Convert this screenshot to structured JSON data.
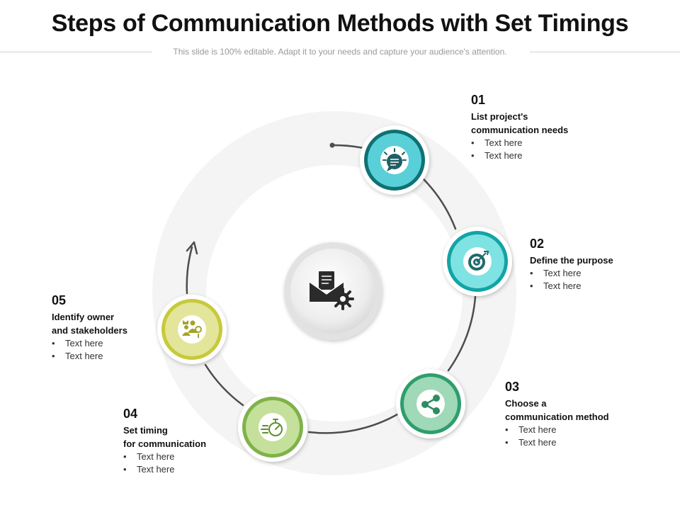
{
  "header": {
    "title": "Steps of Communication Methods with Set Timings",
    "subtitle": "This slide is 100% editable. Adapt it to your needs and capture your audience's attention."
  },
  "center": {
    "icon": "email-settings-icon"
  },
  "steps": [
    {
      "number": "01",
      "heading": "List  project's\ncommunication needs",
      "bullets": [
        "Text here",
        "Text here"
      ],
      "icon": "chat-bubble-icon",
      "color": "#0f7173"
    },
    {
      "number": "02",
      "heading": "Define the purpose",
      "bullets": [
        "Text here",
        "Text here"
      ],
      "icon": "target-icon",
      "color": "#12a3a5"
    },
    {
      "number": "03",
      "heading": "Choose a\ncommunication method",
      "bullets": [
        "Text here",
        "Text here"
      ],
      "icon": "share-icon",
      "color": "#2e9e6b"
    },
    {
      "number": "04",
      "heading": "Set timing\nfor communication",
      "bullets": [
        "Text here",
        "Text here"
      ],
      "icon": "stopwatch-icon",
      "color": "#7fb24a"
    },
    {
      "number": "05",
      "heading": "Identify owner\nand stakeholders",
      "bullets": [
        "Text here",
        "Text here"
      ],
      "icon": "stakeholders-icon",
      "color": "#c7c93a"
    }
  ]
}
